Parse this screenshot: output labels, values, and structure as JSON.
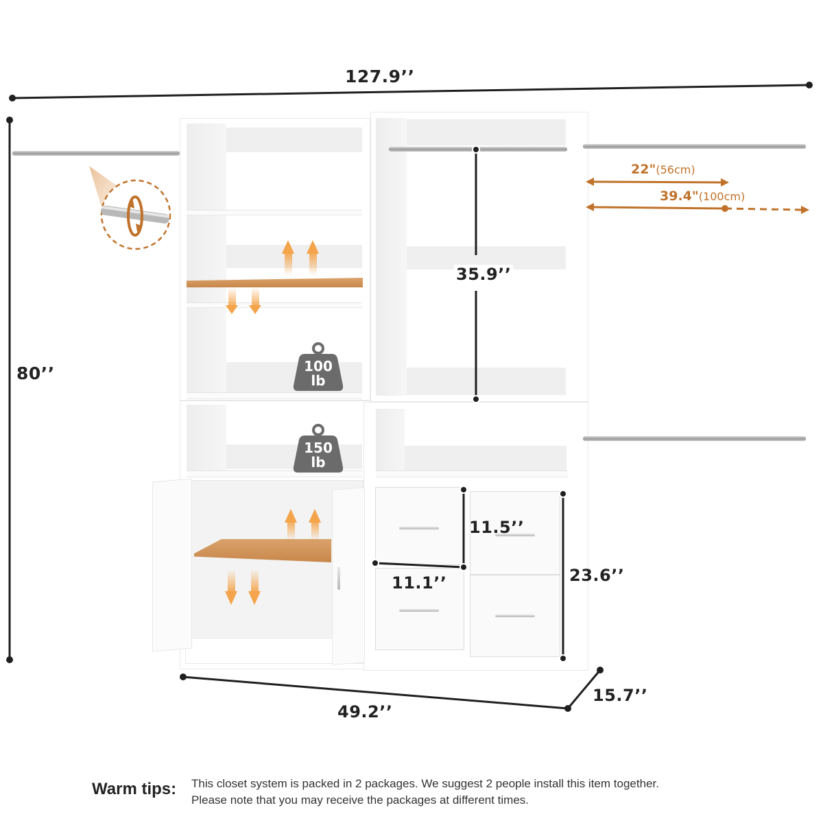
{
  "product": "Closet system dimension diagram",
  "dimensions": {
    "total_width": "127.9’’",
    "height": "80’’",
    "hanging_height": "35.9’’",
    "drawer_height": "11.5’’",
    "drawer_width": "11.1’’",
    "drawer_stack_height": "23.6’’",
    "cabinet_width": "49.2’’",
    "depth": "15.7’’"
  },
  "extendable_rod": {
    "min_value": "22\"",
    "min_metric": "(56cm)",
    "max_value": "39.4\"",
    "max_metric": "(100cm)"
  },
  "weight_capacity": [
    {
      "value": "100",
      "unit": "lb"
    },
    {
      "value": "150",
      "unit": "lb"
    }
  ],
  "colors": {
    "accent_orange": "#c0722a",
    "wood_shelf": "#d19358",
    "weight_icon": "#6b6b6b",
    "dimension_line": "#1f1f1f",
    "cabinet": "#f7f7f7"
  },
  "warm_tips": {
    "title": "Warm tips:",
    "line1": "This closet system is packed in 2 packages. We suggest 2 people install this item together.",
    "line2": "Please note that you may receive the packages at different times."
  }
}
